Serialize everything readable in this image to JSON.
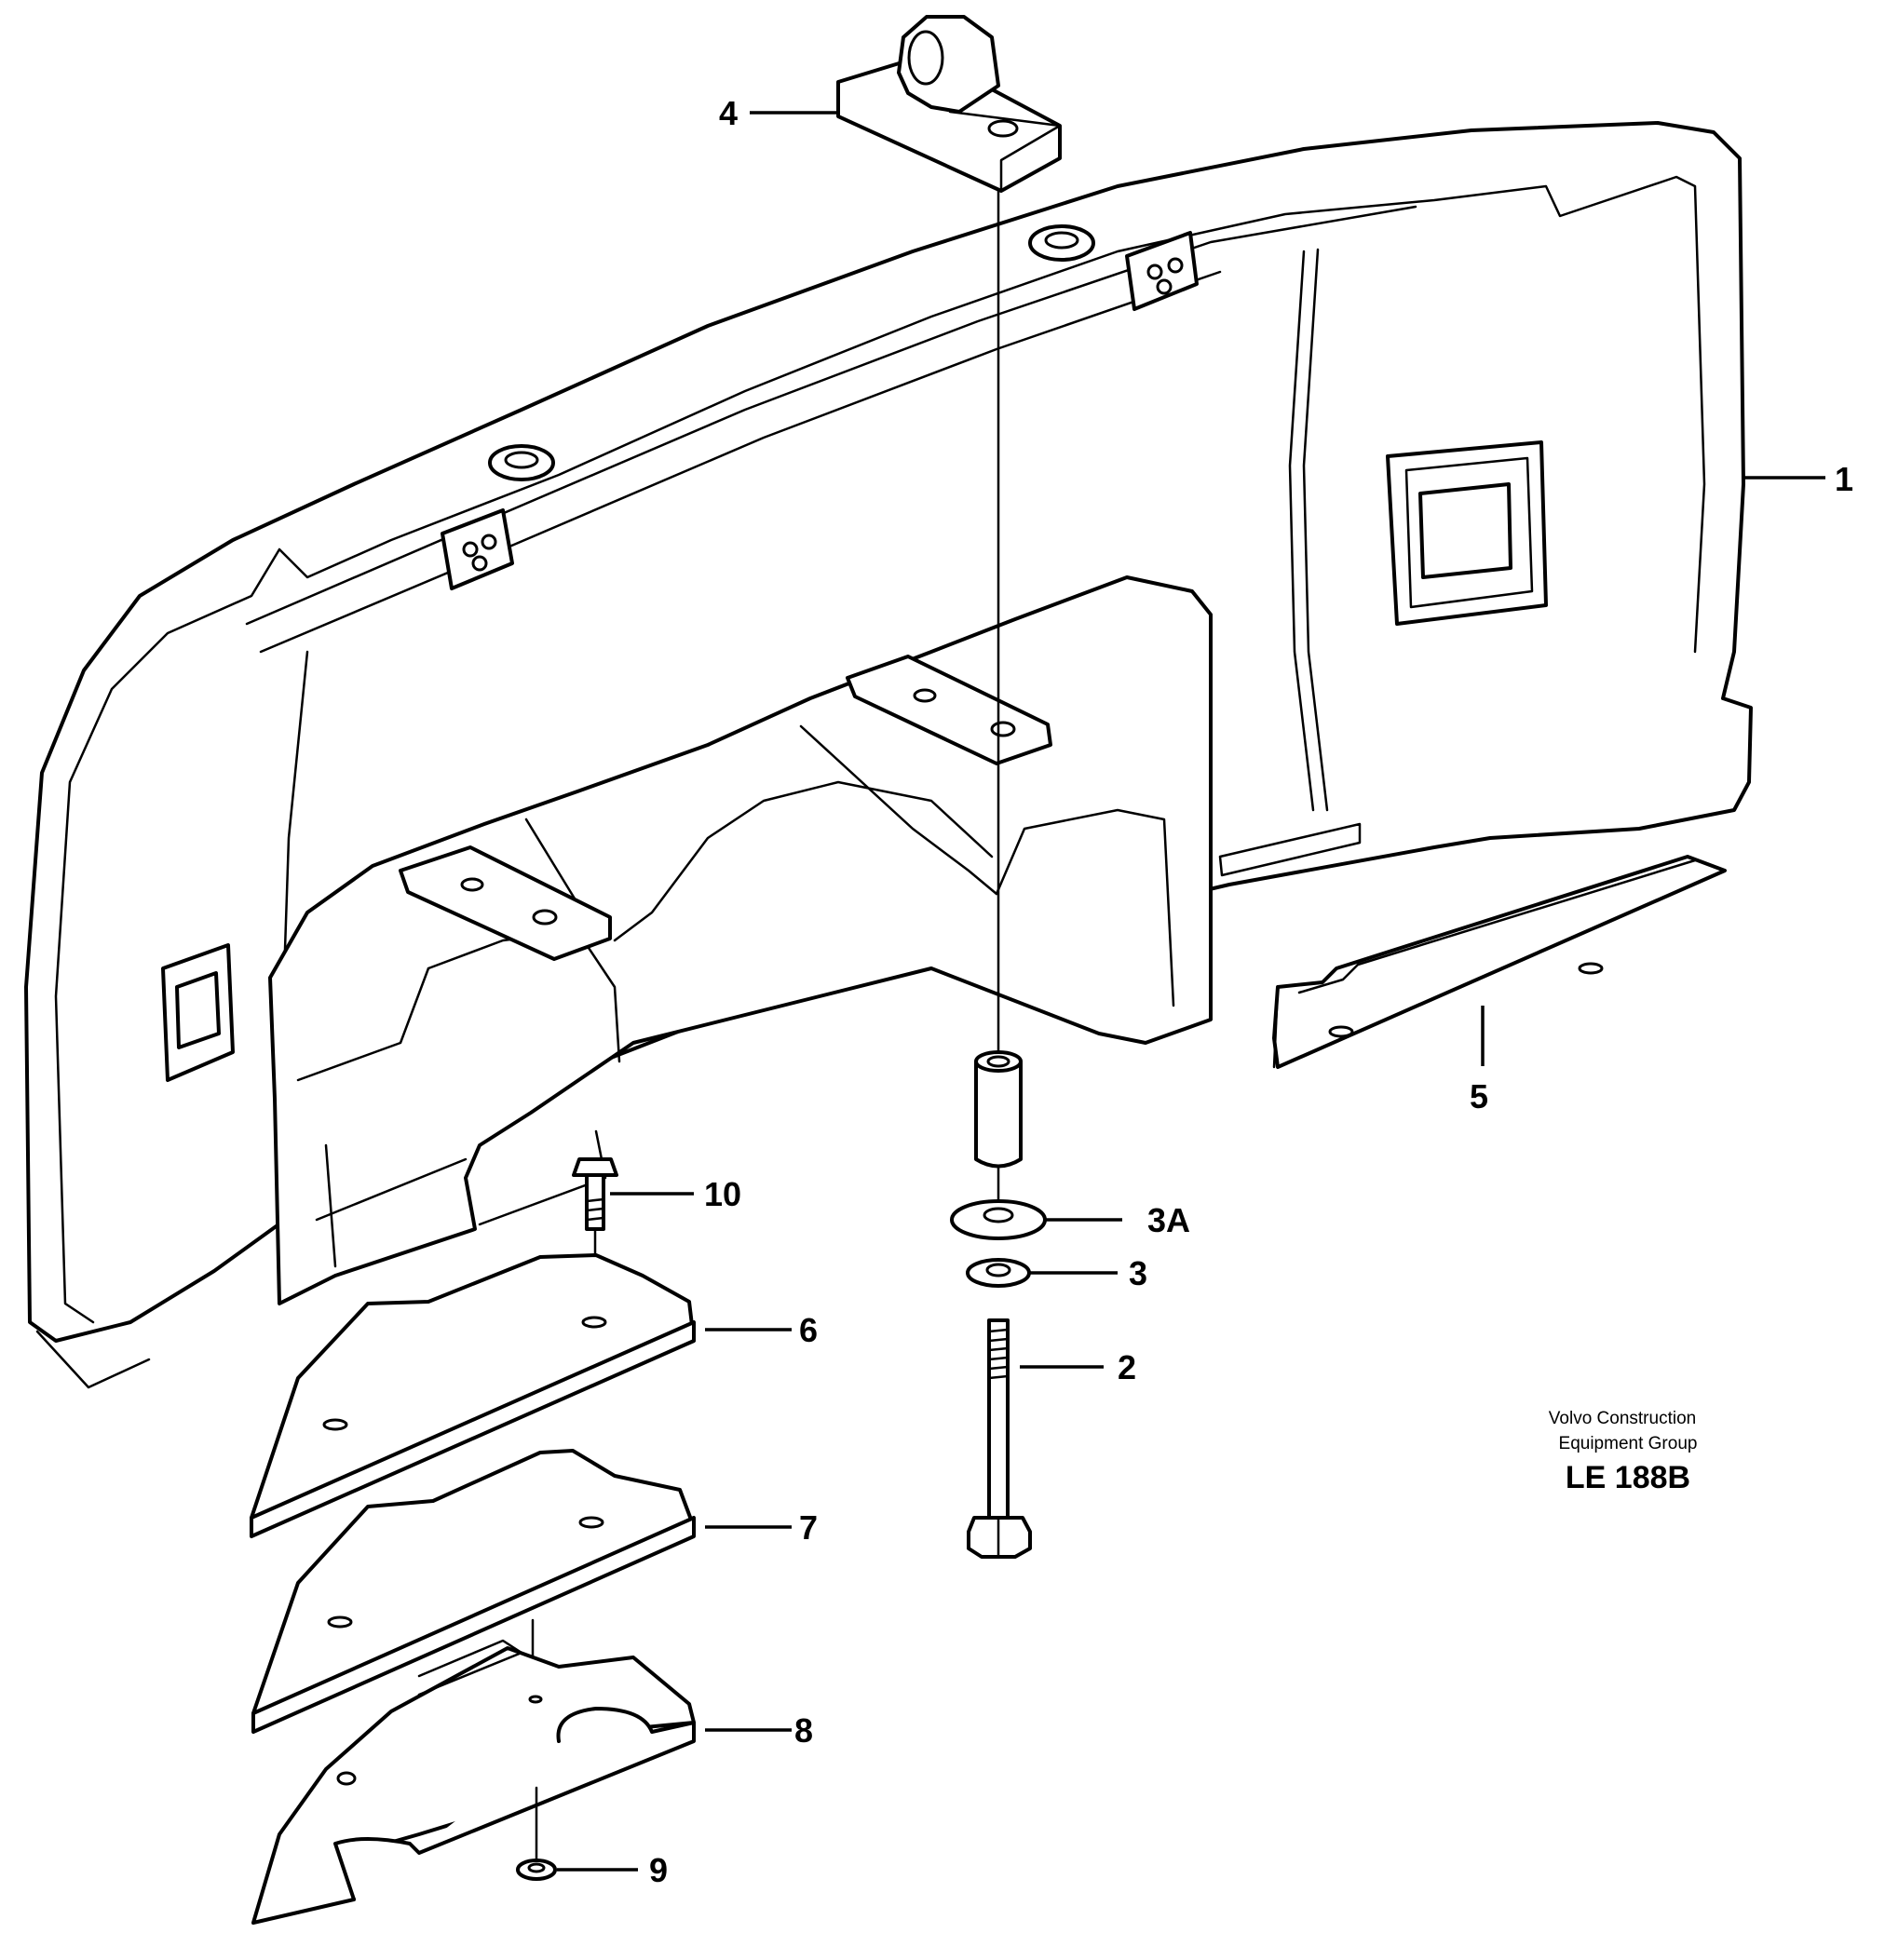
{
  "callouts": {
    "c1": "1",
    "c2": "2",
    "c3": "3",
    "c3a": "3A",
    "c4": "4",
    "c5": "5",
    "c6": "6",
    "c7": "7",
    "c8": "8",
    "c9": "9",
    "c10": "10"
  },
  "credit": {
    "line1": "Volvo Construction",
    "line2": "Equipment Group",
    "code": "LE 188B"
  }
}
